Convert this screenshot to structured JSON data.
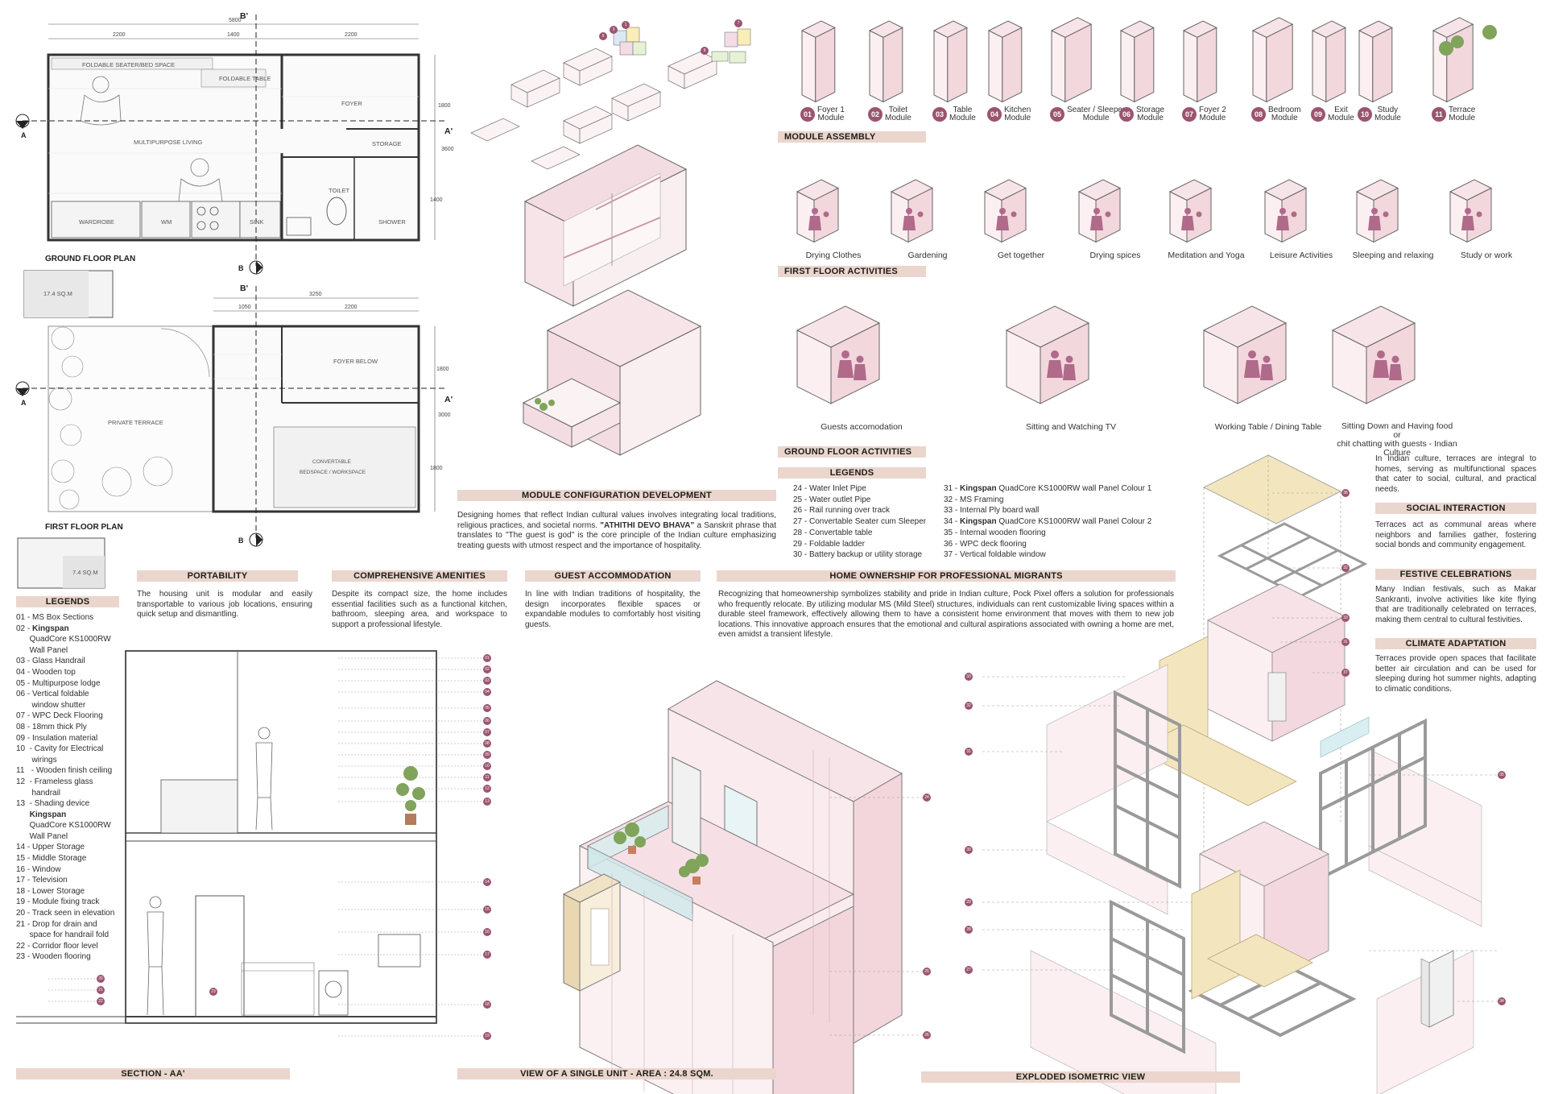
{
  "plans": {
    "ground_floor_title": "GROUND FLOOR PLAN",
    "first_floor_title": "FIRST FLOOR PLAN",
    "section_markers": {
      "b_prime": "B'",
      "b": "B",
      "a": "A",
      "a_prime": "A'"
    },
    "ground_dims": {
      "overall": "5800",
      "seg1": "2200",
      "seg2": "1400",
      "seg3": "2200",
      "v1": "1800",
      "v2": "3600",
      "v3": "1400"
    },
    "first_dims": {
      "overall": "3250",
      "seg1": "1050",
      "seg2": "2200",
      "v1": "1800",
      "v2": "3000",
      "v3": "1800"
    },
    "ground_rooms": {
      "seater": "FOLDABLE SEATER/BED SPACE",
      "table": "FOLDABLE TABLE",
      "foyer": "FOYER",
      "living": "MULTIPURPOSE LIVING",
      "storage": "STORAGE",
      "toilet": "TOILET",
      "wardrobe": "WARDROBE",
      "wm": "WM",
      "sink": "SINK",
      "shower": "SHOWER"
    },
    "first_rooms": {
      "foyer_below": "FOYER BELOW",
      "terrace": "PRIVATE TERRACE",
      "bedspace_1": "CONVERTABLE",
      "bedspace_2": "BEDSPACE / WORKSPACE"
    },
    "area_ground": "17.4 SQ.M",
    "area_first": "7.4 SQ.M"
  },
  "modules": {
    "assembly_title": "MODULE  ASSEMBLY",
    "items": [
      {
        "num": "01",
        "l1": "Foyer 1",
        "l2": "Module"
      },
      {
        "num": "02",
        "l1": "Toilet",
        "l2": "Module"
      },
      {
        "num": "03",
        "l1": "Table",
        "l2": "Module"
      },
      {
        "num": "04",
        "l1": "Kitchen",
        "l2": "Module"
      },
      {
        "num": "05",
        "l1": "Seater / Sleeper",
        "l2": "Module"
      },
      {
        "num": "06",
        "l1": "Storage",
        "l2": "Module"
      },
      {
        "num": "07",
        "l1": "Foyer 2",
        "l2": "Module"
      },
      {
        "num": "08",
        "l1": "Bedroom",
        "l2": "Module"
      },
      {
        "num": "09",
        "l1": "Exit",
        "l2": "Module"
      },
      {
        "num": "10",
        "l1": "Study",
        "l2": "Module"
      },
      {
        "num": "11",
        "l1": "Terrace",
        "l2": "Module"
      }
    ]
  },
  "first_floor": {
    "title": "FIRST FLOOR ACTIVITIES",
    "activities": [
      "Drying Clothes",
      "Gardening",
      "Get together",
      "Drying spices",
      "Meditation and Yoga",
      "Leisure Activities",
      "Sleeping and relaxing",
      "Study or work"
    ]
  },
  "ground_floor": {
    "title": "GROUND  FLOOR ACTIVITIES",
    "activities": [
      "Guests accomodation",
      "Sitting and Watching TV",
      "Working Table / Dining Table"
    ],
    "last_activity": [
      "Sitting Down and Having food or",
      "chit chatting with guests - Indian",
      "Culture"
    ]
  },
  "config": {
    "title": "MODULE CONFIGURATION DEVELOPMENT",
    "text_a": "Designing homes that reflect Indian cultural values involves integrating local traditions, religious practices, and societal norms. ",
    "text_b": "\"ATHITHI DEVO BHAVA\"",
    "text_c": " a Sanskrit phrase that translates to \"The guest is god\" is the core principle of the Indian culture emphasizing treating guests with utmost respect and the importance of hospitality."
  },
  "legends_mid": {
    "title": "LEGENDS",
    "col1": [
      "24 - Water Inlet Pipe",
      "25 - Water outlet Pipe",
      "26 - Rail running over track",
      "27 - Convertable Seater cum Sleeper",
      "28 -  Convertable table",
      "29 - Foldable ladder",
      "30 - Battery backup or utility storage"
    ],
    "col2": [
      {
        "pre": "31 - ",
        "bold": "Kingspan",
        "post": " QuadCore KS1000RW  wall Panel Colour 1"
      },
      {
        "pre": "32 - MS Framing",
        "bold": "",
        "post": ""
      },
      {
        "pre": "33 - Internal Ply board wall",
        "bold": "",
        "post": ""
      },
      {
        "pre": "34 - ",
        "bold": "Kingspan",
        "post": " QuadCore KS1000RW  wall Panel Colour 2"
      },
      {
        "pre": "35 - Internal wooden flooring",
        "bold": "",
        "post": ""
      },
      {
        "pre": "36 - WPC deck flooring",
        "bold": "",
        "post": ""
      },
      {
        "pre": "37 - Vertical foldable window",
        "bold": "",
        "post": ""
      }
    ]
  },
  "features": {
    "portability_title": "PORTABILITY",
    "portability_text": "The housing unit is modular and easily transportable to various job locations, ensuring quick setup and dismantling.",
    "amenities_title": "COMPREHENSIVE AMENITIES",
    "amenities_text": "Despite its compact size, the home includes essential facilities such as a functional kitchen, bathroom, sleeping area, and workspace to support a professional lifestyle.",
    "guest_title": "GUEST ACCOMMODATION",
    "guest_text": "In line with Indian traditions of hospitality, the design incorporates flexible spaces or expandable modules to comfortably host visiting guests.",
    "ownership_title": "HOME OWNERSHIP FOR PROFESSIONAL MIGRANTS",
    "ownership_text": "Recognizing that homeownership symbolizes stability and pride in Indian culture, Pock Pixel offers a solution for professionals who frequently relocate. By utilizing modular MS (Mild Steel) structures, individuals can rent customizable living spaces within a durable steel framework, effectively allowing them to have a consistent home environment that moves with them to new job locations. This innovative approach ensures that the emotional and cultural aspirations associated with owning a home are met, even amidst a transient lifestyle."
  },
  "terrace_notes": {
    "intro": "In Indian culture, terraces are integral to homes, serving as multifunctional spaces that cater to social, cultural, and practical needs.",
    "social_title": "SOCIAL INTERACTION",
    "social_text": "Terraces act as communal areas where neighbors and families gather, fostering social bonds and community engagement.",
    "festive_title": "FESTIVE CELEBRATIONS",
    "festive_text": "Many Indian festivals, such as Makar Sankranti, involve activities like kite flying that are traditionally celebrated on terraces, making them central to cultural festivities.",
    "climate_title": "CLIMATE ADAPTATION",
    "climate_text": "Terraces provide open spaces that facilitate better air circulation and can be used for sleeping during hot summer nights, adapting to climatic conditions."
  },
  "legends_left": {
    "title": "LEGENDS",
    "items": [
      {
        "t": "01 - MS Box Sections",
        "b": false
      },
      {
        "t": "02 - Kingspan",
        "b": true
      },
      {
        "t": "      QuadCore KS1000RW",
        "b": false
      },
      {
        "t": "      Wall Panel",
        "b": false
      },
      {
        "t": "03 - Glass Handrail",
        "b": false
      },
      {
        "t": "04 - Wooden top",
        "b": false
      },
      {
        "t": "05 - Multipurpose lodge",
        "b": false
      },
      {
        "t": "06 - Vertical foldable",
        "b": false
      },
      {
        "t": "       window shutter",
        "b": false
      },
      {
        "t": "07 - WPC Deck Flooring",
        "b": false
      },
      {
        "t": "08 - 18mm thick Ply",
        "b": false
      },
      {
        "t": "09 - Insulation material",
        "b": false
      },
      {
        "t": "10  - Cavity for Electrical",
        "b": false
      },
      {
        "t": "       wirings",
        "b": false
      },
      {
        "t": "11   - Wooden finish ceiling",
        "b": false
      },
      {
        "t": "12  - Frameless glass",
        "b": false
      },
      {
        "t": "       handrail",
        "b": false
      },
      {
        "t": "13  - Shading device",
        "b": false
      },
      {
        "t": "      Kingspan",
        "b": true
      },
      {
        "t": "      QuadCore KS1000RW",
        "b": false
      },
      {
        "t": "      Wall Panel",
        "b": false
      },
      {
        "t": "14 - Upper Storage",
        "b": false
      },
      {
        "t": "15 - Middle Storage",
        "b": false
      },
      {
        "t": "16 - Window",
        "b": false
      },
      {
        "t": "17 - Television",
        "b": false
      },
      {
        "t": "18 - Lower Storage",
        "b": false
      },
      {
        "t": "19 - Module fixing track",
        "b": false
      },
      {
        "t": "20 - Track seen in elevation",
        "b": false
      },
      {
        "t": "21 - Drop for drain and",
        "b": false
      },
      {
        "t": "      space for handrail fold",
        "b": false
      },
      {
        "t": "22 - Corridor floor level",
        "b": false
      },
      {
        "t": "23 - Wooden flooring",
        "b": false
      }
    ]
  },
  "section": {
    "title": "SECTION - AA'",
    "callouts": [
      "01",
      "02",
      "03",
      "04",
      "05",
      "06",
      "07",
      "08",
      "09",
      "10",
      "11",
      "12",
      "13",
      "14",
      "15",
      "16",
      "17",
      "18",
      "19",
      "20",
      "21",
      "22",
      "23"
    ]
  },
  "single_unit": {
    "title": "VIEW OF A SINGLE UNIT - AREA : 24.8 SQM.",
    "callouts": [
      "24",
      "25",
      "26"
    ]
  },
  "exploded": {
    "title": "EXPLODED ISOMETRIC VIEW",
    "callouts": [
      "36",
      "32",
      "33",
      "31",
      "37",
      "33",
      "32",
      "31",
      "35",
      "30",
      "29",
      "28",
      "27",
      "34"
    ]
  },
  "colors": {
    "header_band": "#ead6cc",
    "module_pink": "#f5dde2",
    "number_badge": "#9b5470",
    "figure_magenta": "#b06a8a",
    "wood_yellow": "#f3e6bf",
    "frame_grey": "#9a9a9a"
  }
}
